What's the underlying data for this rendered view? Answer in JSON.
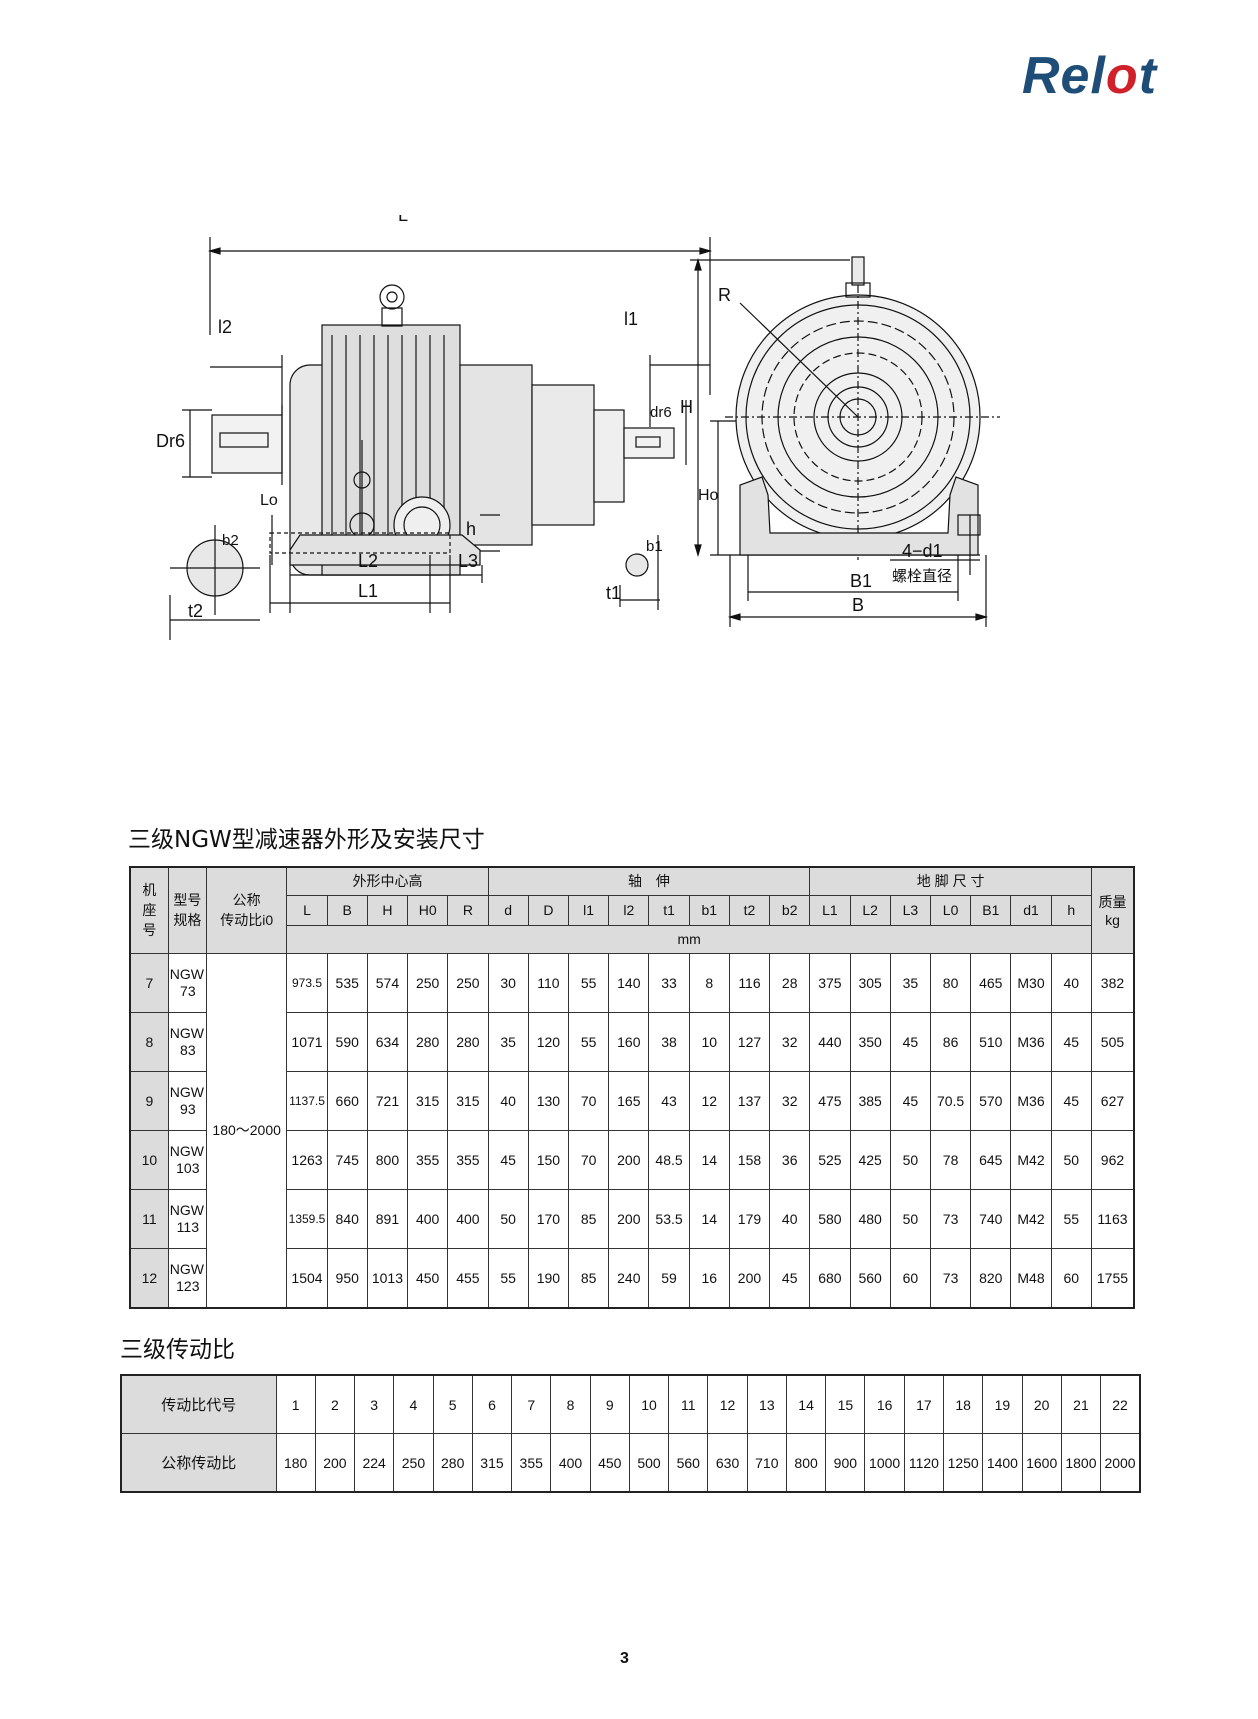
{
  "logo": {
    "part1": "Rel",
    "part2": "o",
    "part3": "t"
  },
  "drawing_labels": {
    "L": "L",
    "l2": "l2",
    "l1": "l1",
    "Dr6": "Dr6",
    "dr6": "dr6",
    "H": "H",
    "R": "R",
    "Ho": "Ho",
    "Lo": "Lo",
    "h": "h",
    "L2": "L2",
    "L3": "L3",
    "L1": "L1",
    "b2": "b2",
    "t2": "t2",
    "b1": "b1",
    "t1": "t1",
    "d1": "4−d1",
    "bolt": "螺栓直径",
    "B1": "B1",
    "B": "B"
  },
  "spec_table": {
    "title": "三级NGW型减速器外形及安装尺寸",
    "h_seat": [
      "机",
      "座",
      "号"
    ],
    "h_model": [
      "型号",
      "规格"
    ],
    "h_ratio": [
      "公称",
      "传动比i0"
    ],
    "g_outline": "外形中心高",
    "g_shaft": "轴　伸",
    "g_foot": "地 脚 尺 寸",
    "h_mass": [
      "质量",
      "kg"
    ],
    "unit": "mm",
    "cols": [
      "L",
      "B",
      "H",
      "H0",
      "R",
      "d",
      "D",
      "l1",
      "l2",
      "t1",
      "b1",
      "t2",
      "b2",
      "L1",
      "L2",
      "L3",
      "L0",
      "B1",
      "d1",
      "h"
    ],
    "ratio_range": "180～2000",
    "rows": [
      {
        "seat": "7",
        "model": [
          "NGW",
          "73"
        ],
        "vals": [
          "973.5",
          "535",
          "574",
          "250",
          "250",
          "30",
          "110",
          "55",
          "140",
          "33",
          "8",
          "116",
          "28",
          "375",
          "305",
          "35",
          "80",
          "465",
          "M30",
          "40"
        ],
        "mass": "382"
      },
      {
        "seat": "8",
        "model": [
          "NGW",
          "83"
        ],
        "vals": [
          "1071",
          "590",
          "634",
          "280",
          "280",
          "35",
          "120",
          "55",
          "160",
          "38",
          "10",
          "127",
          "32",
          "440",
          "350",
          "45",
          "86",
          "510",
          "M36",
          "45"
        ],
        "mass": "505"
      },
      {
        "seat": "9",
        "model": [
          "NGW",
          "93"
        ],
        "vals": [
          "1137.5",
          "660",
          "721",
          "315",
          "315",
          "40",
          "130",
          "70",
          "165",
          "43",
          "12",
          "137",
          "32",
          "475",
          "385",
          "45",
          "70.5",
          "570",
          "M36",
          "45"
        ],
        "mass": "627"
      },
      {
        "seat": "10",
        "model": [
          "NGW",
          "103"
        ],
        "vals": [
          "1263",
          "745",
          "800",
          "355",
          "355",
          "45",
          "150",
          "70",
          "200",
          "48.5",
          "14",
          "158",
          "36",
          "525",
          "425",
          "50",
          "78",
          "645",
          "M42",
          "50"
        ],
        "mass": "962"
      },
      {
        "seat": "11",
        "model": [
          "NGW",
          "113"
        ],
        "vals": [
          "1359.5",
          "840",
          "891",
          "400",
          "400",
          "50",
          "170",
          "85",
          "200",
          "53.5",
          "14",
          "179",
          "40",
          "580",
          "480",
          "50",
          "73",
          "740",
          "M42",
          "55"
        ],
        "mass": "1163"
      },
      {
        "seat": "12",
        "model": [
          "NGW",
          "123"
        ],
        "vals": [
          "1504",
          "950",
          "1013",
          "450",
          "455",
          "55",
          "190",
          "85",
          "240",
          "59",
          "16",
          "200",
          "45",
          "680",
          "560",
          "60",
          "73",
          "820",
          "M48",
          "60"
        ],
        "mass": "1755"
      }
    ]
  },
  "ratio_table": {
    "title": "三级传动比",
    "row1_label": "传动比代号",
    "row2_label": "公称传动比",
    "codes": [
      "1",
      "2",
      "3",
      "4",
      "5",
      "6",
      "7",
      "8",
      "9",
      "10",
      "11",
      "12",
      "13",
      "14",
      "15",
      "16",
      "17",
      "18",
      "19",
      "20",
      "21",
      "22"
    ],
    "ratios": [
      "180",
      "200",
      "224",
      "250",
      "280",
      "315",
      "355",
      "400",
      "450",
      "500",
      "560",
      "630",
      "710",
      "800",
      "900",
      "1000",
      "1120",
      "1250",
      "1400",
      "1600",
      "1800",
      "2000"
    ]
  },
  "page_number": "3"
}
